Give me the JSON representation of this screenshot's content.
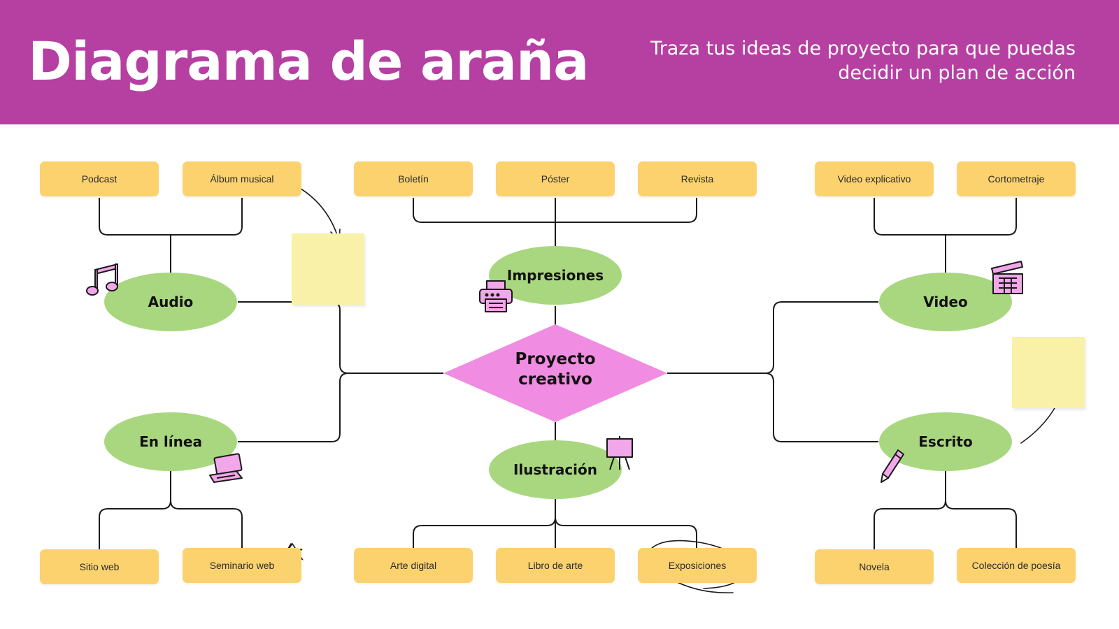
{
  "header": {
    "title": "Diagrama de araña",
    "subtitle": "Traza tus ideas de proyecto para que puedas decidir un plan de acción"
  },
  "center": {
    "label": "Proyecto creativo"
  },
  "categories": {
    "audio": "Audio",
    "impresiones": "Impresiones",
    "video": "Video",
    "en_linea": "En línea",
    "ilustracion": "Ilustración",
    "escrito": "Escrito"
  },
  "items": {
    "podcast": "Podcast",
    "album": "Álbum musical",
    "boletin": "Boletín",
    "poster": "Póster",
    "revista": "Revista",
    "video_explicativo": "Video explicativo",
    "cortometraje": "Cortometraje",
    "sitio_web": "Sitio web",
    "seminario_web": "Seminario web",
    "arte_digital": "Arte digital",
    "libro_de_arte": "Libro de arte",
    "exposiciones": "Exposiciones",
    "novela": "Novela",
    "coleccion_poesia": "Colección de poesía"
  },
  "icons": [
    "music-note-icon",
    "printer-icon",
    "clapperboard-icon",
    "laptop-icon",
    "easel-icon",
    "pencil-icon"
  ],
  "colors": {
    "header_bg": "#b63fa2",
    "item_box": "#fcd26e",
    "category_oval": "#a9d77f",
    "center_diamond": "#f08ce1",
    "sticky_note": "#f9f1a8",
    "icon_pink": "#f2a7ea"
  }
}
